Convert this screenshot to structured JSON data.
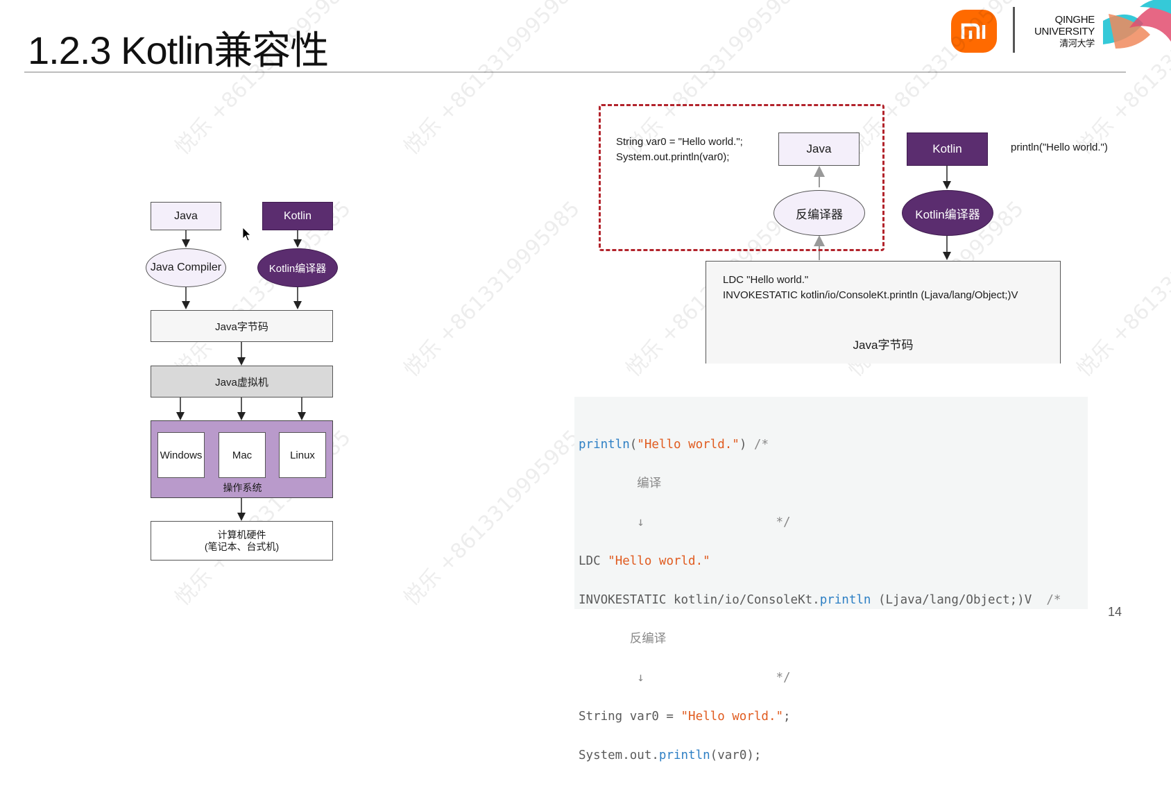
{
  "slide": {
    "title": "1.2.3 Kotlin兼容性",
    "page_number": "14"
  },
  "logos": {
    "brand_mark": "mi",
    "university_line1": "QINGHE",
    "university_line2": "UNIVERSITY",
    "university_line3": "清河大学",
    "mi_color": "#ff6a00"
  },
  "left_diagram": {
    "java_label": "Java",
    "kotlin_label": "Kotlin",
    "java_compiler_label": "Java Compiler",
    "kotlin_compiler_label": "Kotlin编译器",
    "bytecode_label": "Java字节码",
    "jvm_label": "Java虚拟机",
    "os_items": [
      "Windows",
      "Mac",
      "Linux"
    ],
    "os_label": "操作系统",
    "hardware_line1": "计算机硬件",
    "hardware_line2": "(笔记本、台式机)"
  },
  "right_diagram": {
    "java_snippet_line1": "String var0 = \"Hello world.\";",
    "java_snippet_line2": "System.out.println(var0);",
    "java_label": "Java",
    "kotlin_label": "Kotlin",
    "kotlin_snippet": "println(\"Hello world.\")",
    "decompiler_label": "反编译器",
    "kotlin_compiler_label": "Kotlin编译器",
    "bytecode_line1": "LDC \"Hello world.\"",
    "bytecode_line2": "INVOKESTATIC kotlin/io/ConsoleKt.println (Ljava/lang/Object;)V",
    "bytecode_label": "Java字节码"
  },
  "code_block": {
    "l1_fn": "println",
    "l1_open": "(",
    "l1_str": "\"Hello world.\"",
    "l1_close": ") ",
    "l1_cmt": "/*",
    "l2": "        编译",
    "l3_arrow": "        ↓",
    "l3_cmt": "                  */",
    "l4_a": "LDC ",
    "l4_str": "\"Hello world.\"",
    "l5_a": "INVOKESTATIC kotlin/io/ConsoleKt.",
    "l5_fn": "println",
    "l5_b": " (Ljava/lang/Object;)V  ",
    "l5_cmt": "/*",
    "l6": "       反编译",
    "l7_arrow": "        ↓",
    "l7_cmt": "                  */",
    "l8_a": "String var0 = ",
    "l8_str": "\"Hello world.\"",
    "l8_b": ";",
    "l9_a": "System.out.",
    "l9_fn": "println",
    "l9_b": "(var0);"
  },
  "watermark": {
    "text": "悦乐 +8613319995985"
  }
}
